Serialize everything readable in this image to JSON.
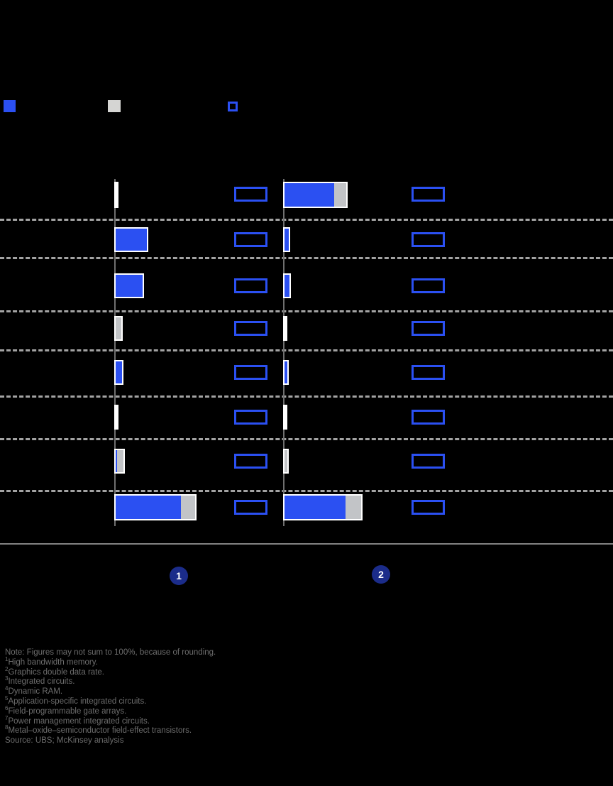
{
  "colors": {
    "background": "#000000",
    "blue": "#2b50f2",
    "bar_gray": "#c2c4c7",
    "legend_gray": "#d5d5d3",
    "navy_badge": "#1b2c8a",
    "axis_gray": "#6f6f6f",
    "dashed_gray": "#a3a3a3",
    "bottom_rule_gray": "#828282",
    "footnote_gray": "#6d6d6d",
    "white": "#ffffff"
  },
  "legend": {
    "swatches": [
      {
        "name": "legend-swatch-blue-filled",
        "style": "filled",
        "color": "#2b50f2"
      },
      {
        "name": "legend-swatch-gray-filled",
        "style": "filled",
        "color": "#d5d5d3"
      },
      {
        "name": "legend-swatch-blue-outline",
        "style": "outline",
        "color": "#2b50f2"
      }
    ]
  },
  "chart_data": {
    "type": "bar",
    "orientation": "horizontal",
    "grid": "dashed horizontal row separators",
    "note": "Axis tick labels and category labels are not visible in the source image (black-on-black); bar segment lengths are captured in screen pixels from a shared linear scale starting at each panel baseline.",
    "row_count": 8,
    "panels": [
      {
        "panel": "1",
        "bars": [
          {
            "row": 1,
            "segments": [
              {
                "color": "white",
                "px": 2
              }
            ]
          },
          {
            "row": 2,
            "segments": [
              {
                "color": "blue",
                "px": 44
              }
            ]
          },
          {
            "row": 3,
            "segments": [
              {
                "color": "blue",
                "px": 38
              }
            ]
          },
          {
            "row": 4,
            "segments": [
              {
                "color": "gray",
                "px": 8
              }
            ]
          },
          {
            "row": 5,
            "segments": [
              {
                "color": "blue",
                "px": 9
              }
            ]
          },
          {
            "row": 6,
            "segments": [
              {
                "color": "white",
                "px": 2
              }
            ]
          },
          {
            "row": 7,
            "segments": [
              {
                "color": "blue",
                "px": 2
              },
              {
                "color": "gray",
                "px": 9
              }
            ]
          },
          {
            "row": 8,
            "segments": [
              {
                "color": "blue",
                "px": 92
              },
              {
                "color": "gray",
                "px": 20
              }
            ]
          }
        ]
      },
      {
        "panel": "2",
        "bars": [
          {
            "row": 1,
            "segments": [
              {
                "color": "blue",
                "px": 70
              },
              {
                "color": "gray",
                "px": 17
              }
            ]
          },
          {
            "row": 2,
            "segments": [
              {
                "color": "blue",
                "px": 6
              }
            ]
          },
          {
            "row": 3,
            "segments": [
              {
                "color": "blue",
                "px": 7
              }
            ]
          },
          {
            "row": 4,
            "segments": [
              {
                "color": "white",
                "px": 2
              }
            ]
          },
          {
            "row": 5,
            "segments": [
              {
                "color": "blue",
                "px": 4
              }
            ]
          },
          {
            "row": 6,
            "segments": [
              {
                "color": "white",
                "px": 2
              }
            ]
          },
          {
            "row": 7,
            "segments": [
              {
                "color": "gray",
                "px": 4
              }
            ]
          },
          {
            "row": 8,
            "segments": [
              {
                "color": "blue",
                "px": 86
              },
              {
                "color": "gray",
                "px": 22
              }
            ]
          }
        ]
      }
    ],
    "value_boxes": "one empty blue-outlined box per row per panel (contents not visible)"
  },
  "badges": {
    "badge_one": "1",
    "badge_two": "2"
  },
  "footnotes": [
    {
      "sup": "",
      "text": "Note: Figures may not sum to 100%, because of rounding."
    },
    {
      "sup": "1",
      "text": "High bandwidth memory."
    },
    {
      "sup": "2",
      "text": "Graphics double data rate."
    },
    {
      "sup": "3",
      "text": "Integrated circuits."
    },
    {
      "sup": "4",
      "text": "Dynamic RAM."
    },
    {
      "sup": "5",
      "text": "Application-specific integrated circuits."
    },
    {
      "sup": "6",
      "text": "Field-programmable gate arrays."
    },
    {
      "sup": "7",
      "text": "Power management integrated circuits."
    },
    {
      "sup": "8",
      "text": "Metal–oxide–semiconductor field-effect transistors."
    },
    {
      "sup": "",
      "text": "Source: UBS; McKinsey analysis"
    }
  ]
}
